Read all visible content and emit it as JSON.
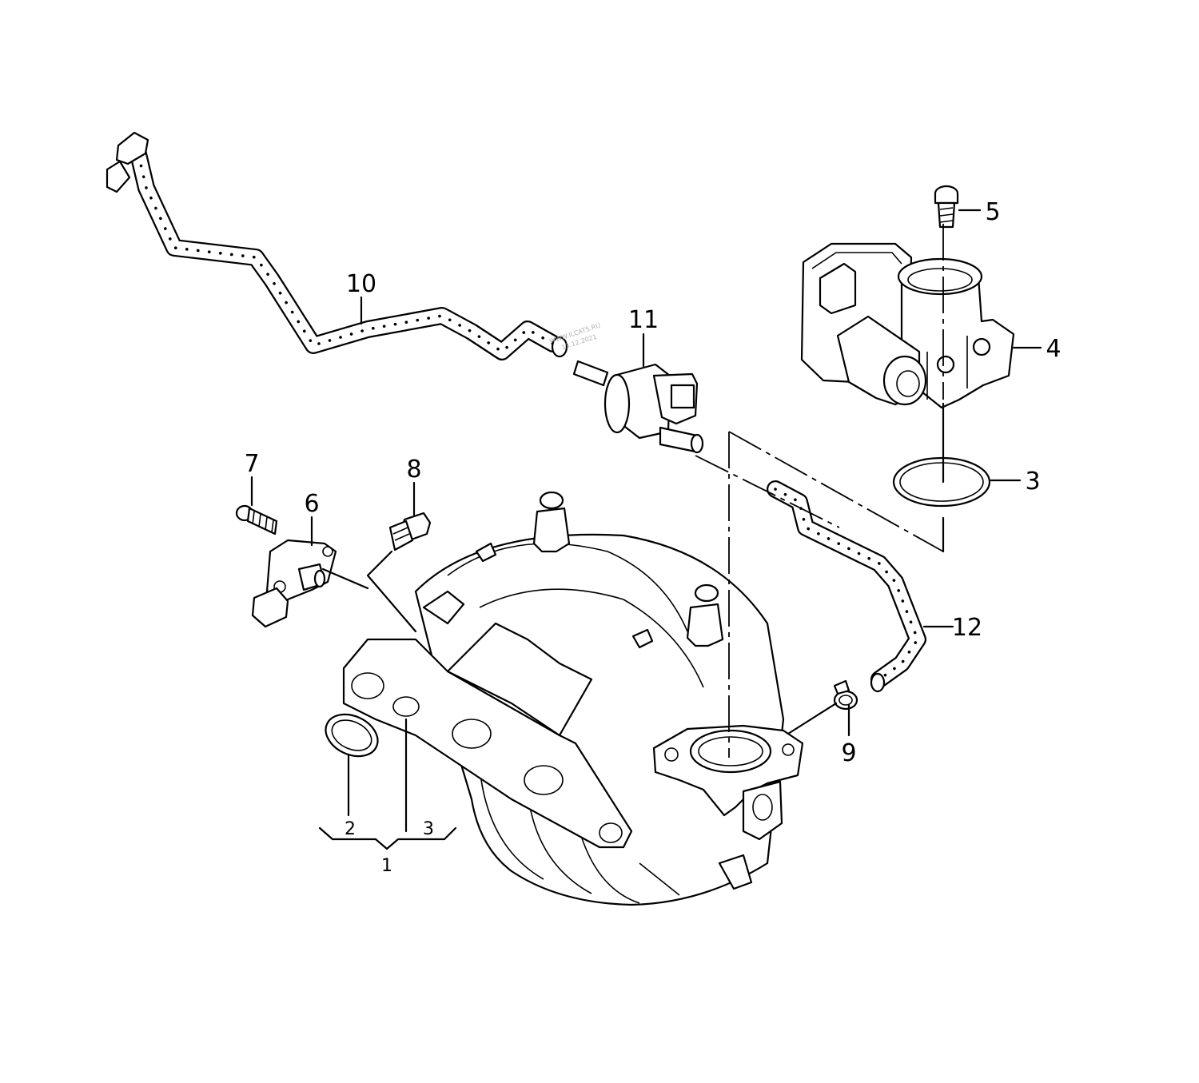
{
  "diagram": {
    "callouts": [
      {
        "id": "c10",
        "label": "10"
      },
      {
        "id": "c11",
        "label": "11"
      },
      {
        "id": "c5",
        "label": "5"
      },
      {
        "id": "c4",
        "label": "4"
      },
      {
        "id": "c3a",
        "label": "3"
      },
      {
        "id": "c7",
        "label": "7"
      },
      {
        "id": "c6",
        "label": "6"
      },
      {
        "id": "c8",
        "label": "8"
      },
      {
        "id": "c12",
        "label": "12"
      },
      {
        "id": "c9",
        "label": "9"
      },
      {
        "id": "c2",
        "label": "2"
      },
      {
        "id": "c3b",
        "label": "3"
      },
      {
        "id": "c1",
        "label": "1"
      }
    ],
    "watermark": {
      "line1": "WWW.ILCATS.RU",
      "line2": "13.12.2021"
    }
  }
}
